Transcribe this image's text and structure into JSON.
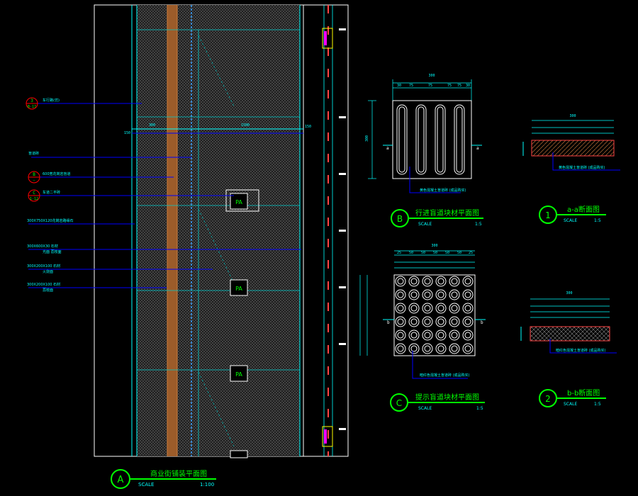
{
  "plan": {
    "title": "商业街铺装平面图",
    "scale_label": "SCALE",
    "scale_value": "1:100",
    "marker": "A",
    "pa_label": "PA",
    "notes": [
      "车行路(仿)",
      "盲道砖",
      "600宽花岗岩盲道",
      "车道二平砖",
      "300X750X120花岗岩路缘石",
      "300X600X30 石材",
      "300X200X100 石材",
      "300X200X100 石材"
    ],
    "note_subs": [
      "",
      "",
      "",
      "",
      "",
      "光面 荔枝面",
      "火烧面",
      "荔枝面"
    ],
    "callouts": [
      {
        "top": "3",
        "bottom": "B-17"
      },
      {
        "top": "B",
        "bottom": "—"
      },
      {
        "top": "C",
        "bottom": "1-12"
      }
    ]
  },
  "detail_b": {
    "marker": "B",
    "title": "行进盲道块材平面图",
    "scale_label": "SCALE",
    "scale_value": "1:5",
    "dim_total": "300",
    "dims": [
      "30",
      "75",
      "75",
      "75",
      "75",
      "30"
    ],
    "section_mark": "a",
    "leader_text": "黄色混凝土盲道砖 (成品购买)"
  },
  "detail_c": {
    "marker": "C",
    "title": "提示盲道块材平面图",
    "scale_label": "SCALE",
    "scale_value": "1:5",
    "dim_total": "300",
    "dims": [
      "25",
      "50",
      "50",
      "50",
      "50",
      "50",
      "25"
    ],
    "section_mark": "b",
    "leader_text": "暗红色混凝土盲道砖 (成品购买)"
  },
  "section_1": {
    "marker": "1",
    "title": "a-a断面图",
    "scale_label": "SCALE",
    "scale_value": "1:5",
    "dim_total": "300",
    "leader_text": "黄色混凝土盲道砖 (成品购买)"
  },
  "section_2": {
    "marker": "2",
    "title": "b-b断面图",
    "scale_label": "SCALE",
    "scale_value": "1:5",
    "dim_total": "300",
    "leader_text": "暗红色混凝土盲道砖 (成品购买)"
  },
  "colors": {
    "green": "#00ff00",
    "cyan": "#00ffff",
    "blue": "#0000ff",
    "white": "#ffffff",
    "red": "#ff0000",
    "brown": "#8b5a2b",
    "yellow": "#ffff00",
    "magenta": "#ff00ff"
  }
}
